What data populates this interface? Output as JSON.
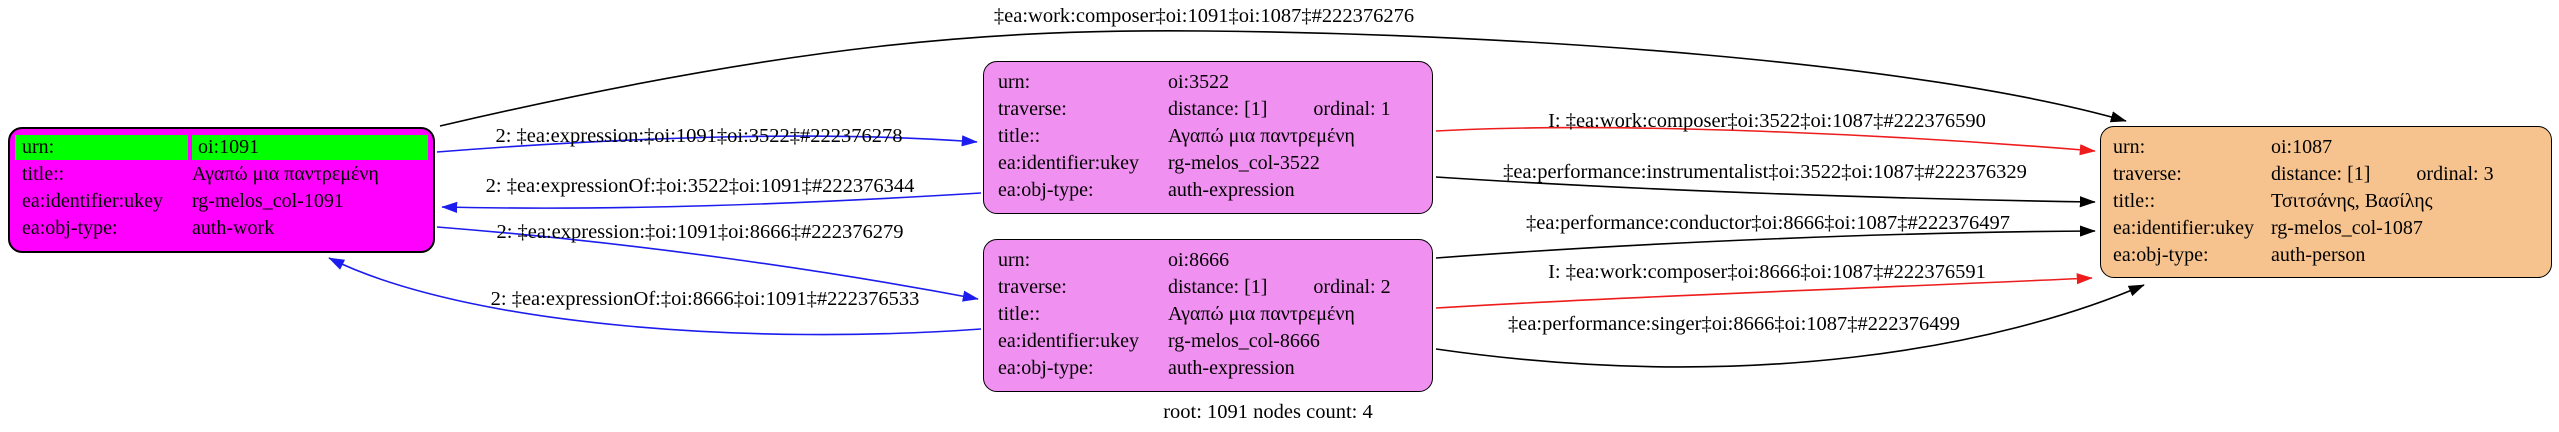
{
  "diagram": {
    "caption": "root: 1091 nodes count: 4",
    "colors": {
      "work_node": "#FF00FF",
      "highlight_row": "#00FF00",
      "expression_node": "#F090F0",
      "person_node": "#F6C38E",
      "edge_black": "#000000",
      "edge_blue": "#1C1CEE",
      "edge_red": "#EE1C1C"
    },
    "nodes": {
      "n1091": {
        "rows": [
          {
            "k": "urn:",
            "v": "oi:1091"
          },
          {
            "k": "title::",
            "v": "Αγαπώ μια παντρεμένη"
          },
          {
            "k": "ea:identifier:ukey",
            "v": "rg-melos_col-1091"
          },
          {
            "k": "ea:obj-type:",
            "v": "auth-work"
          }
        ]
      },
      "n3522": {
        "rows": [
          {
            "k": "urn:",
            "v": "oi:3522"
          },
          {
            "k": "traverse:",
            "v": "distance: [1]",
            "v2": "ordinal: 1"
          },
          {
            "k": "title::",
            "v": "Αγαπώ μια παντρεμένη"
          },
          {
            "k": "ea:identifier:ukey",
            "v": "rg-melos_col-3522"
          },
          {
            "k": "ea:obj-type:",
            "v": "auth-expression"
          }
        ]
      },
      "n8666": {
        "rows": [
          {
            "k": "urn:",
            "v": "oi:8666"
          },
          {
            "k": "traverse:",
            "v": "distance: [1]",
            "v2": "ordinal: 2"
          },
          {
            "k": "title::",
            "v": "Αγαπώ μια παντρεμένη"
          },
          {
            "k": "ea:identifier:ukey",
            "v": "rg-melos_col-8666"
          },
          {
            "k": "ea:obj-type:",
            "v": "auth-expression"
          }
        ]
      },
      "n1087": {
        "rows": [
          {
            "k": "urn:",
            "v": "oi:1087"
          },
          {
            "k": "traverse:",
            "v": "distance: [1]",
            "v2": "ordinal: 3"
          },
          {
            "k": "title::",
            "v": "Τσιτσάνης, Βασίλης"
          },
          {
            "k": "ea:identifier:ukey",
            "v": "rg-melos_col-1087"
          },
          {
            "k": "ea:obj-type:",
            "v": "auth-person"
          }
        ]
      }
    },
    "edges": [
      {
        "id": "work-composer-1091-1087",
        "label": "‡ea:work:composer‡oi:1091‡oi:1087‡#222376276",
        "color": "#000000"
      },
      {
        "id": "expression-1091-3522",
        "label": "2: ‡ea:expression:‡oi:1091‡oi:3522‡#222376278",
        "color": "#1C1CEE"
      },
      {
        "id": "expressionOf-3522-1091",
        "label": "2: ‡ea:expressionOf:‡oi:3522‡oi:1091‡#222376344",
        "color": "#1C1CEE"
      },
      {
        "id": "expression-1091-8666",
        "label": "2: ‡ea:expression:‡oi:1091‡oi:8666‡#222376279",
        "color": "#1C1CEE"
      },
      {
        "id": "expressionOf-8666-1091",
        "label": "2: ‡ea:expressionOf:‡oi:8666‡oi:1091‡#222376533",
        "color": "#1C1CEE"
      },
      {
        "id": "work-composer-3522-1087",
        "label": "I: ‡ea:work:composer‡oi:3522‡oi:1087‡#222376590",
        "color": "#EE1C1C"
      },
      {
        "id": "performance-instrumentalist-3522-1087",
        "label": "‡ea:performance:instrumentalist‡oi:3522‡oi:1087‡#222376329",
        "color": "#000000"
      },
      {
        "id": "performance-conductor-8666-1087",
        "label": "‡ea:performance:conductor‡oi:8666‡oi:1087‡#222376497",
        "color": "#000000"
      },
      {
        "id": "work-composer-8666-1087",
        "label": "I: ‡ea:work:composer‡oi:8666‡oi:1087‡#222376591",
        "color": "#EE1C1C"
      },
      {
        "id": "performance-singer-8666-1087",
        "label": "‡ea:performance:singer‡oi:8666‡oi:1087‡#222376499",
        "color": "#000000"
      }
    ]
  }
}
